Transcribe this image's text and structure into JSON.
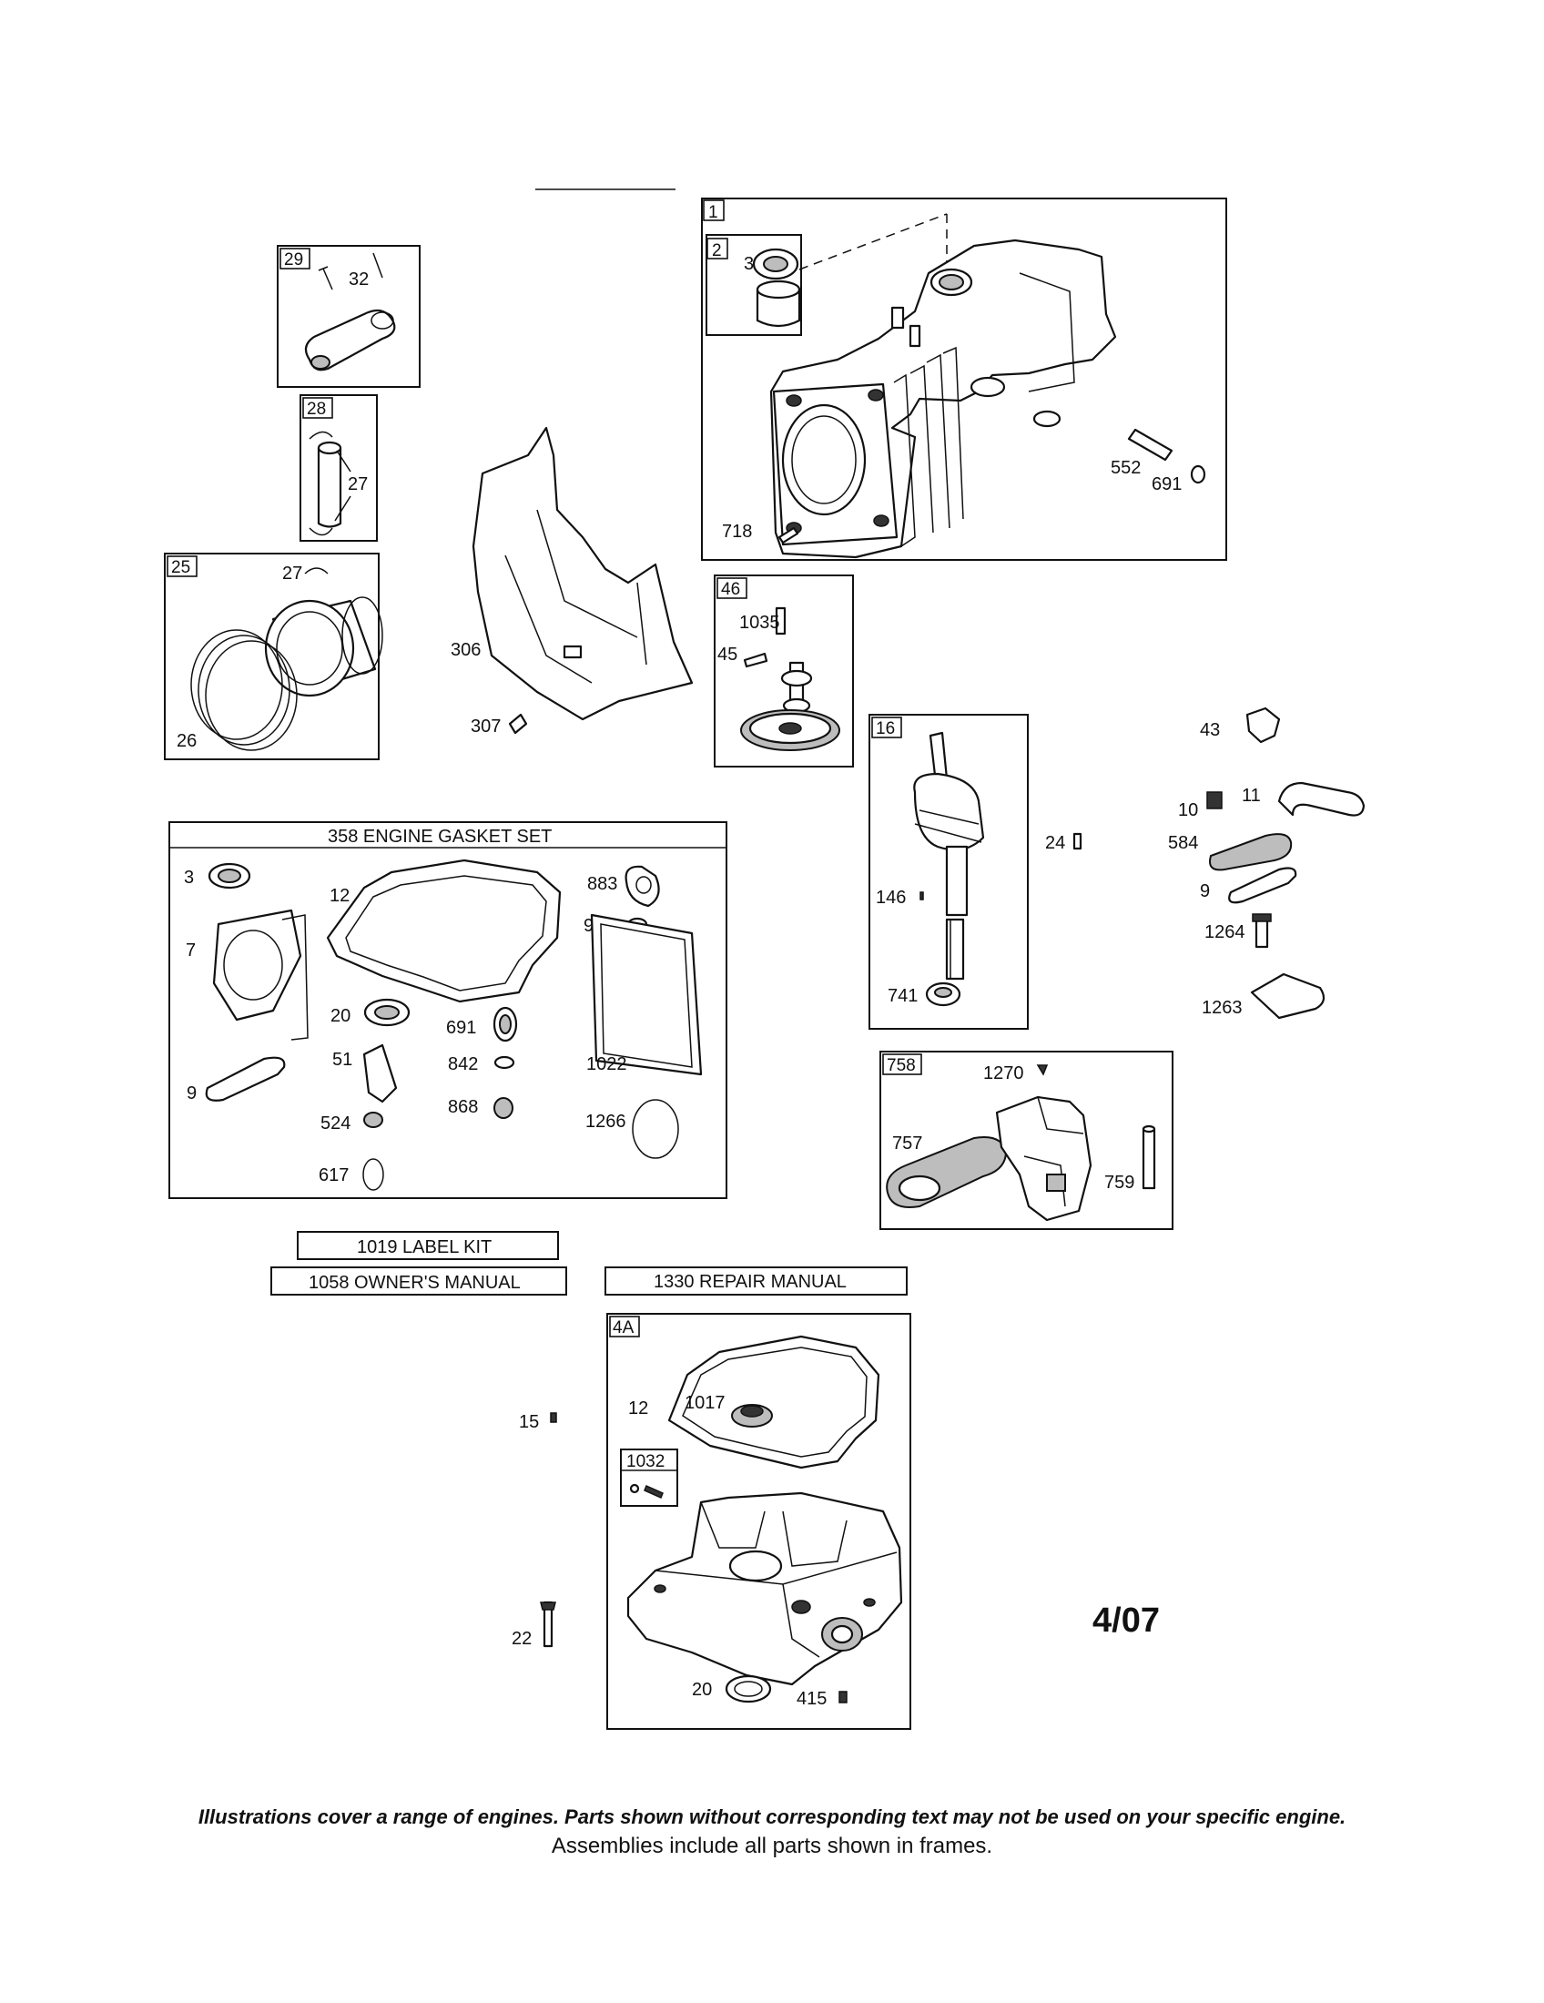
{
  "frames": {
    "f1": "1",
    "f2": "2",
    "f29": "29",
    "f28": "28",
    "f25": "25",
    "f46": "46",
    "f16": "16",
    "f758": "758",
    "f4a": "4A",
    "f1032": "1032"
  },
  "labels": {
    "p3a": "3",
    "p552": "552",
    "p691a": "691",
    "p718": "718",
    "p32": "32",
    "p27a": "27",
    "p27b": "27",
    "p26": "26",
    "p306": "306",
    "p307": "307",
    "p1035": "1035",
    "p45": "45",
    "p24": "24",
    "p146": "146",
    "p741": "741",
    "p43": "43",
    "p10": "10",
    "p11": "11",
    "p584": "584",
    "p9a": "9",
    "p1264": "1264",
    "p1263": "1263",
    "g3": "3",
    "g12": "12",
    "g883": "883",
    "g943": "943",
    "g7": "7",
    "g20": "20",
    "g691": "691",
    "g51": "51",
    "g842": "842",
    "g1022": "1022",
    "g9": "9",
    "g868": "868",
    "g524": "524",
    "g1266": "1266",
    "g617": "617",
    "p1270": "1270",
    "p757": "757",
    "p759": "759",
    "p12b": "12",
    "p1017": "1017",
    "p15": "15",
    "p22": "22",
    "p20b": "20",
    "p415": "415"
  },
  "titles": {
    "gasket_set": "358 ENGINE GASKET SET",
    "label_kit": "1019 LABEL KIT",
    "owners_manual": "1058 OWNER'S MANUAL",
    "repair_manual": "1330 REPAIR MANUAL"
  },
  "date": "4/07",
  "footer": {
    "line1": "Illustrations cover a range of engines. Parts shown without corresponding text may not be used on your specific engine.",
    "line2": "Assemblies include all parts shown in frames."
  }
}
